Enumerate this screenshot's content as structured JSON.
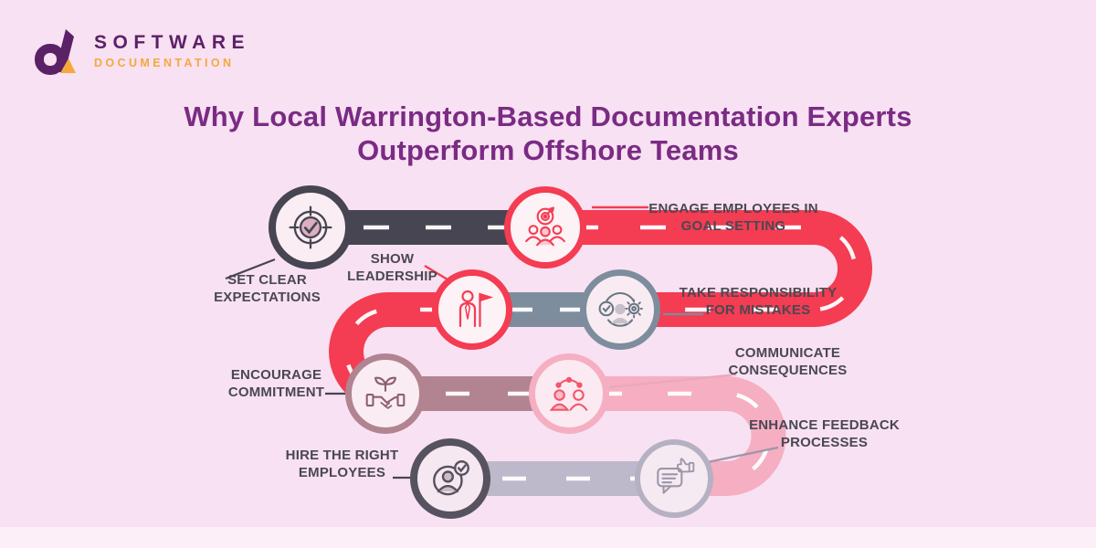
{
  "logo": {
    "mark_icon": "software-documentation-logo-icon",
    "word_primary": "SOFTWARE",
    "word_secondary": "DOCUMENTATION",
    "primary_color": "#5B2167",
    "secondary_color": "#F5A83C"
  },
  "title": {
    "text": "Why Local Warrington-Based Documentation Experts\nOutperform Offshore Teams",
    "color": "#7A2B84"
  },
  "diagram": {
    "type": "serpentine-roadmap-infographic",
    "background_color": "#F8E1F2",
    "label_color": "#4A4852",
    "road_dash_color": "#FFFFFF",
    "road_segment_colors": {
      "row1": "#474552",
      "curve1": "#F43C52",
      "row2": "#7D8D9D",
      "curve2": "#F43C52",
      "row3": "#B28391",
      "curve3": "#F5AEC2",
      "row4": "#BDB9CA"
    },
    "steps": [
      {
        "order": 1,
        "label": "SET CLEAR\nEXPECTATIONS",
        "icon": "target-checkmark-icon",
        "ring_color": "#474552"
      },
      {
        "order": 2,
        "label": "ENGAGE EMPLOYEES IN\nGOAL SETTING",
        "icon": "team-goal-icon",
        "ring_color": "#F43C52"
      },
      {
        "order": 3,
        "label": "SHOW\nLEADERSHIP",
        "icon": "leader-flag-icon",
        "ring_color": "#F43C52"
      },
      {
        "order": 4,
        "label": "TAKE RESPONSIBILITY\nFOR MISTAKES",
        "icon": "person-check-gear-icon",
        "ring_color": "#7D8D9D"
      },
      {
        "order": 5,
        "label": "ENCOURAGE\nCOMMITMENT",
        "icon": "handshake-sprout-icon",
        "ring_color": "#B28391"
      },
      {
        "order": 6,
        "label": "COMMUNICATE\nCONSEQUENCES",
        "icon": "people-network-icon",
        "ring_color": "#F5AEC2"
      },
      {
        "order": 7,
        "label": "ENHANCE FEEDBACK\nPROCESSES",
        "icon": "speech-thumbs-up-icon",
        "ring_color": "#B5B1C2"
      },
      {
        "order": 8,
        "label": "HIRE THE RIGHT\nEMPLOYEES",
        "icon": "person-verified-icon",
        "ring_color": "#56525F"
      }
    ]
  }
}
